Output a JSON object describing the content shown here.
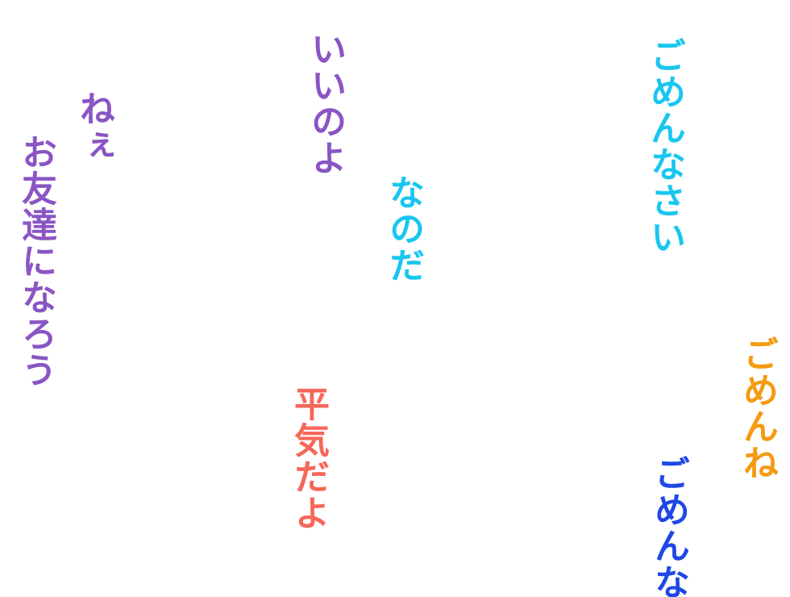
{
  "phrases": {
    "gomennasai": {
      "text": "ごめんなさい",
      "color": "#19C6F0"
    },
    "iinoyo": {
      "text": "いいのよ",
      "color": "#8A55C4"
    },
    "nee": {
      "text": "ねぇ",
      "color": "#8A55C4"
    },
    "otomodachi": {
      "text": "お友達になろう",
      "color": "#8A55C4"
    },
    "nanoda": {
      "text": "なのだ",
      "color": "#19C6F0"
    },
    "gomenne": {
      "text": "ごめんね",
      "color": "#F59A11"
    },
    "heikidayo": {
      "text": "平気だよ",
      "color": "#F56759"
    },
    "gomenna": {
      "text": "ごめんな",
      "color": "#1F47E6"
    }
  }
}
